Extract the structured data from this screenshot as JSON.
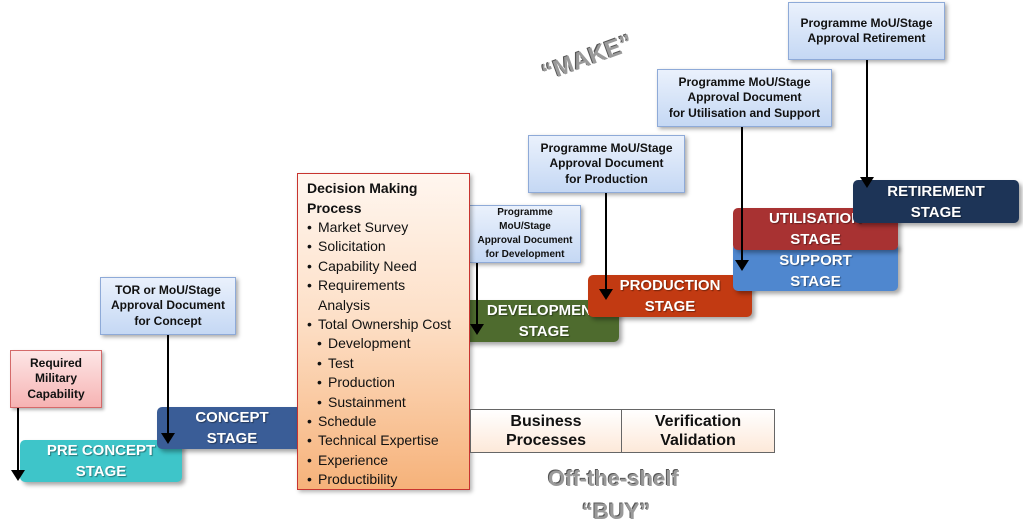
{
  "required_capability": {
    "line1": "Required",
    "line2": "Military",
    "line3": "Capability"
  },
  "docs": {
    "concept": {
      "line1": "TOR or MoU/Stage",
      "line2": "Approval Document",
      "line3": "for Concept"
    },
    "development": {
      "line1": "Programme",
      "line2": "MoU/Stage",
      "line3": "Approval Document",
      "line4": "for Development"
    },
    "production": {
      "line1": "Programme MoU/Stage",
      "line2": "Approval Document",
      "line3": "for Production"
    },
    "utilisation": {
      "line1": "Programme MoU/Stage",
      "line2": "Approval Document",
      "line3": "for Utilisation and Support"
    },
    "retirement": {
      "line1": "Programme MoU/Stage",
      "line2": "Approval Retirement"
    }
  },
  "stages": {
    "pre_concept": {
      "line1": "PRE CONCEPT",
      "line2": "STAGE",
      "color": "#3ec5c9"
    },
    "concept": {
      "line1": "CONCEPT",
      "line2": "STAGE",
      "color": "#3a5d97"
    },
    "development": {
      "line1": "DEVELOPMENT",
      "line2": "STAGE",
      "color": "#4e6b2e"
    },
    "production": {
      "line1": "PRODUCTION",
      "line2": "STAGE",
      "color": "#c23a12"
    },
    "support": {
      "line1": "SUPPORT",
      "line2": "STAGE",
      "color": "#4f87cf"
    },
    "utilisation": {
      "line1": "UTILISATION",
      "line2": "STAGE",
      "color": "#a83232"
    },
    "retirement": {
      "line1": "RETIREMENT",
      "line2": "STAGE",
      "color": "#1d3457"
    }
  },
  "decision": {
    "title_line1": "Decision Making",
    "title_line2": "Process",
    "items": [
      {
        "text": "Market Survey",
        "sub": false
      },
      {
        "text": "Solicitation",
        "sub": false
      },
      {
        "text": "Capability Need",
        "sub": false
      },
      {
        "text": "Requirements",
        "sub": false
      },
      {
        "text": "Analysis",
        "sub": false,
        "continuation": true
      },
      {
        "text": "Total Ownership Cost",
        "sub": false
      },
      {
        "text": "Development",
        "sub": true
      },
      {
        "text": "Test",
        "sub": true
      },
      {
        "text": "Production",
        "sub": true
      },
      {
        "text": "Sustainment",
        "sub": true
      },
      {
        "text": "Schedule",
        "sub": false
      },
      {
        "text": "Technical Expertise",
        "sub": false
      },
      {
        "text": "Experience",
        "sub": false
      },
      {
        "text": "Productibility",
        "sub": false
      }
    ]
  },
  "buy_boxes": {
    "business": {
      "line1": "Business",
      "line2": "Processes"
    },
    "verification": {
      "line1": "Verification",
      "line2": "Validation"
    }
  },
  "labels": {
    "make": "“MAKE”",
    "off_the_shelf": "Off-the-shelf",
    "buy": "“BUY”"
  }
}
